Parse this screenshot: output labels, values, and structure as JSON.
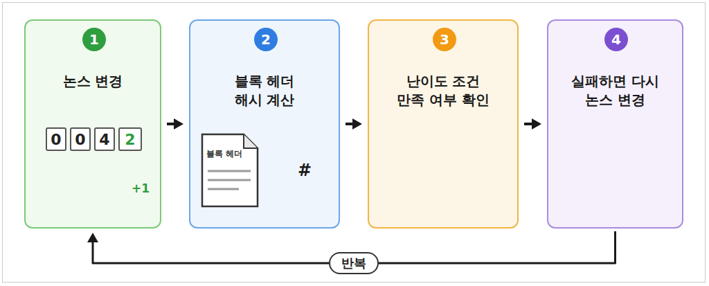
{
  "diagram": {
    "nodes": [
      {
        "text": [
          "논스 변경"
        ]
      },
      {
        "text": [
          "1"
        ],
        "in": 0
      },
      {
        "text": [
          "0"
        ],
        "in": 0
      },
      {
        "text": [
          "0"
        ],
        "in": 0
      },
      {
        "text": [
          "4"
        ],
        "in": 0
      },
      {
        "text": [
          "2"
        ],
        "in": 0
      },
      {
        "text": [
          "블록 헤더 해시 계산"
        ]
      },
      {
        "text": [
          "2"
        ],
        "in": 6
      },
      {
        "text": [
          "블록 헤더"
        ],
        "in": 6
      },
      {
        "text": [
          "난이도 조건 만족 여부 확인"
        ]
      },
      {
        "text": [
          "3"
        ],
        "in": 9
      },
      {
        "text": [
          "실패하면 다시 논스 변경"
        ]
      },
      {
        "text": [
          "4"
        ],
        "in": 11
      }
    ],
    "edges": [
      {
        "from": 0,
        "to": 6,
        "arrow": "to"
      },
      {
        "from": 6,
        "to": 9,
        "arrow": "to"
      },
      {
        "from": 9,
        "to": 11,
        "arrow": "to"
      },
      {
        "from": 11,
        "to": 0,
        "label": "반복",
        "arrow": "to"
      }
    ],
    "labels": [
      "+1",
      "#"
    ]
  }
}
